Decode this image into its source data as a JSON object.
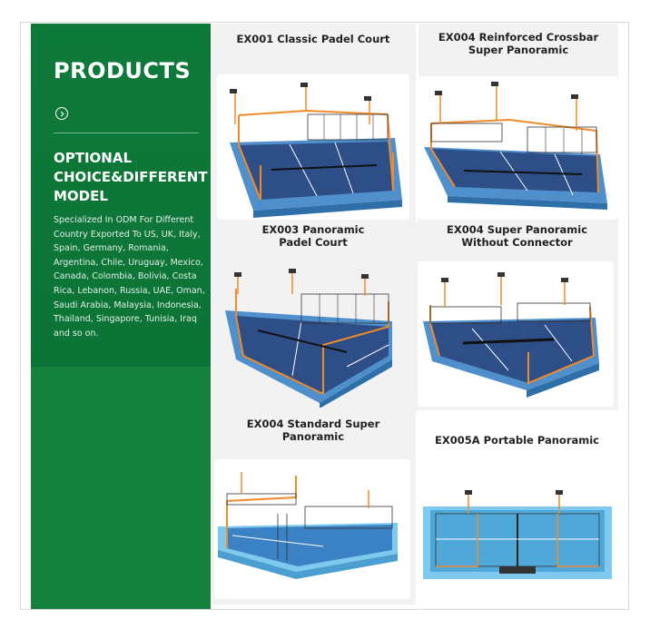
{
  "left_panel": {
    "heading": "PRODUCTS",
    "subheading": "OPTIONAL CHOICE&DIFFERENT MODEL",
    "description": "Specialized In ODM For Different Country Exported To US, UK, Italy, Spain, Germany, Romania, Argentina, Chile, Uruguay, Mexico, Canada, Colombia, Bolivia, Costa Rica, Lebanon, Russia, UAE, Oman, Saudi Arabia, Malaysia, Indonesia, Thailand, Singapore, Tunisia, Iraq and so on.",
    "arrow_icon": "chevron-right-circle-icon"
  },
  "products": [
    {
      "title": "EX001 Classic Padel Court"
    },
    {
      "title": "EX004 Reinforced Crossbar Super Panoramic"
    },
    {
      "title": "EX003 Panoramic Padel Court"
    },
    {
      "title": "EX004 Super Panoramic Without Connector"
    },
    {
      "title": "EX004 Standard Super Panoramic"
    },
    {
      "title": "EX005A Portable Panoramic"
    }
  ],
  "colors": {
    "brand_green": "#0f7a3a",
    "court_blue": "#3b82c4",
    "frame_orange": "#f08a2a",
    "card_bg": "#f2f2f2"
  }
}
